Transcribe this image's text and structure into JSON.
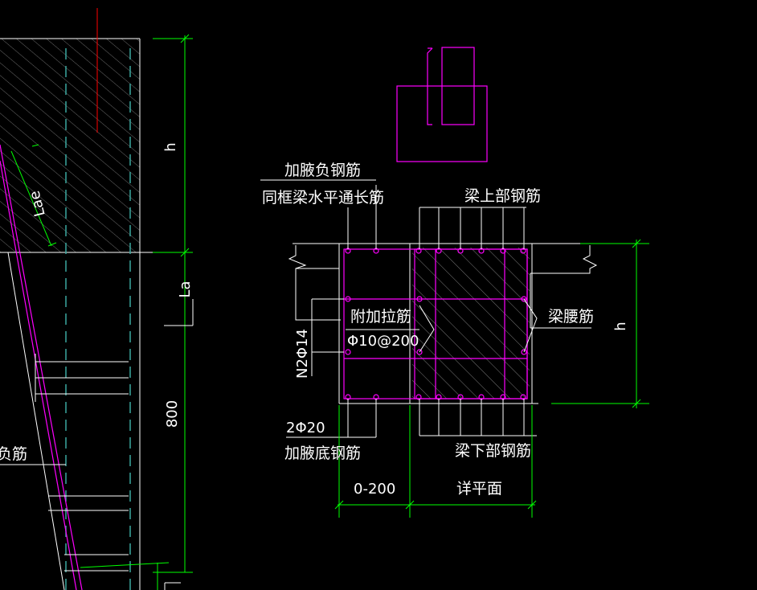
{
  "labels": {
    "haunch_top_bar": "加腋负钢筋",
    "frame_beam_bar": "同框梁水平通长筋",
    "beam_top_bar": "梁上部钢筋",
    "extra_tie_bar": "附加拉筋",
    "extra_tie_spec": "Φ10@200",
    "side_bar_spec": "N2Φ14",
    "waist_bar": "梁腰筋",
    "bottom_bar_spec": "2Φ20",
    "haunch_bottom_bar": "加腋底钢筋",
    "beam_bottom_bar": "梁下部钢筋",
    "dim_haunch": "0-200",
    "dim_detail": "详平面",
    "dim_h_right": "h",
    "dim_h_left": "h",
    "dim_la": "La",
    "dim_800": "800",
    "dim_lae": "Lae",
    "left_partial": "负筋"
  },
  "colors": {
    "background": "#000000",
    "rebar": "#ff00ff",
    "dimension": "#00ff00",
    "line": "#ffffff",
    "dash_rebar": "#3aa8a0",
    "axis": "#ff0000"
  }
}
